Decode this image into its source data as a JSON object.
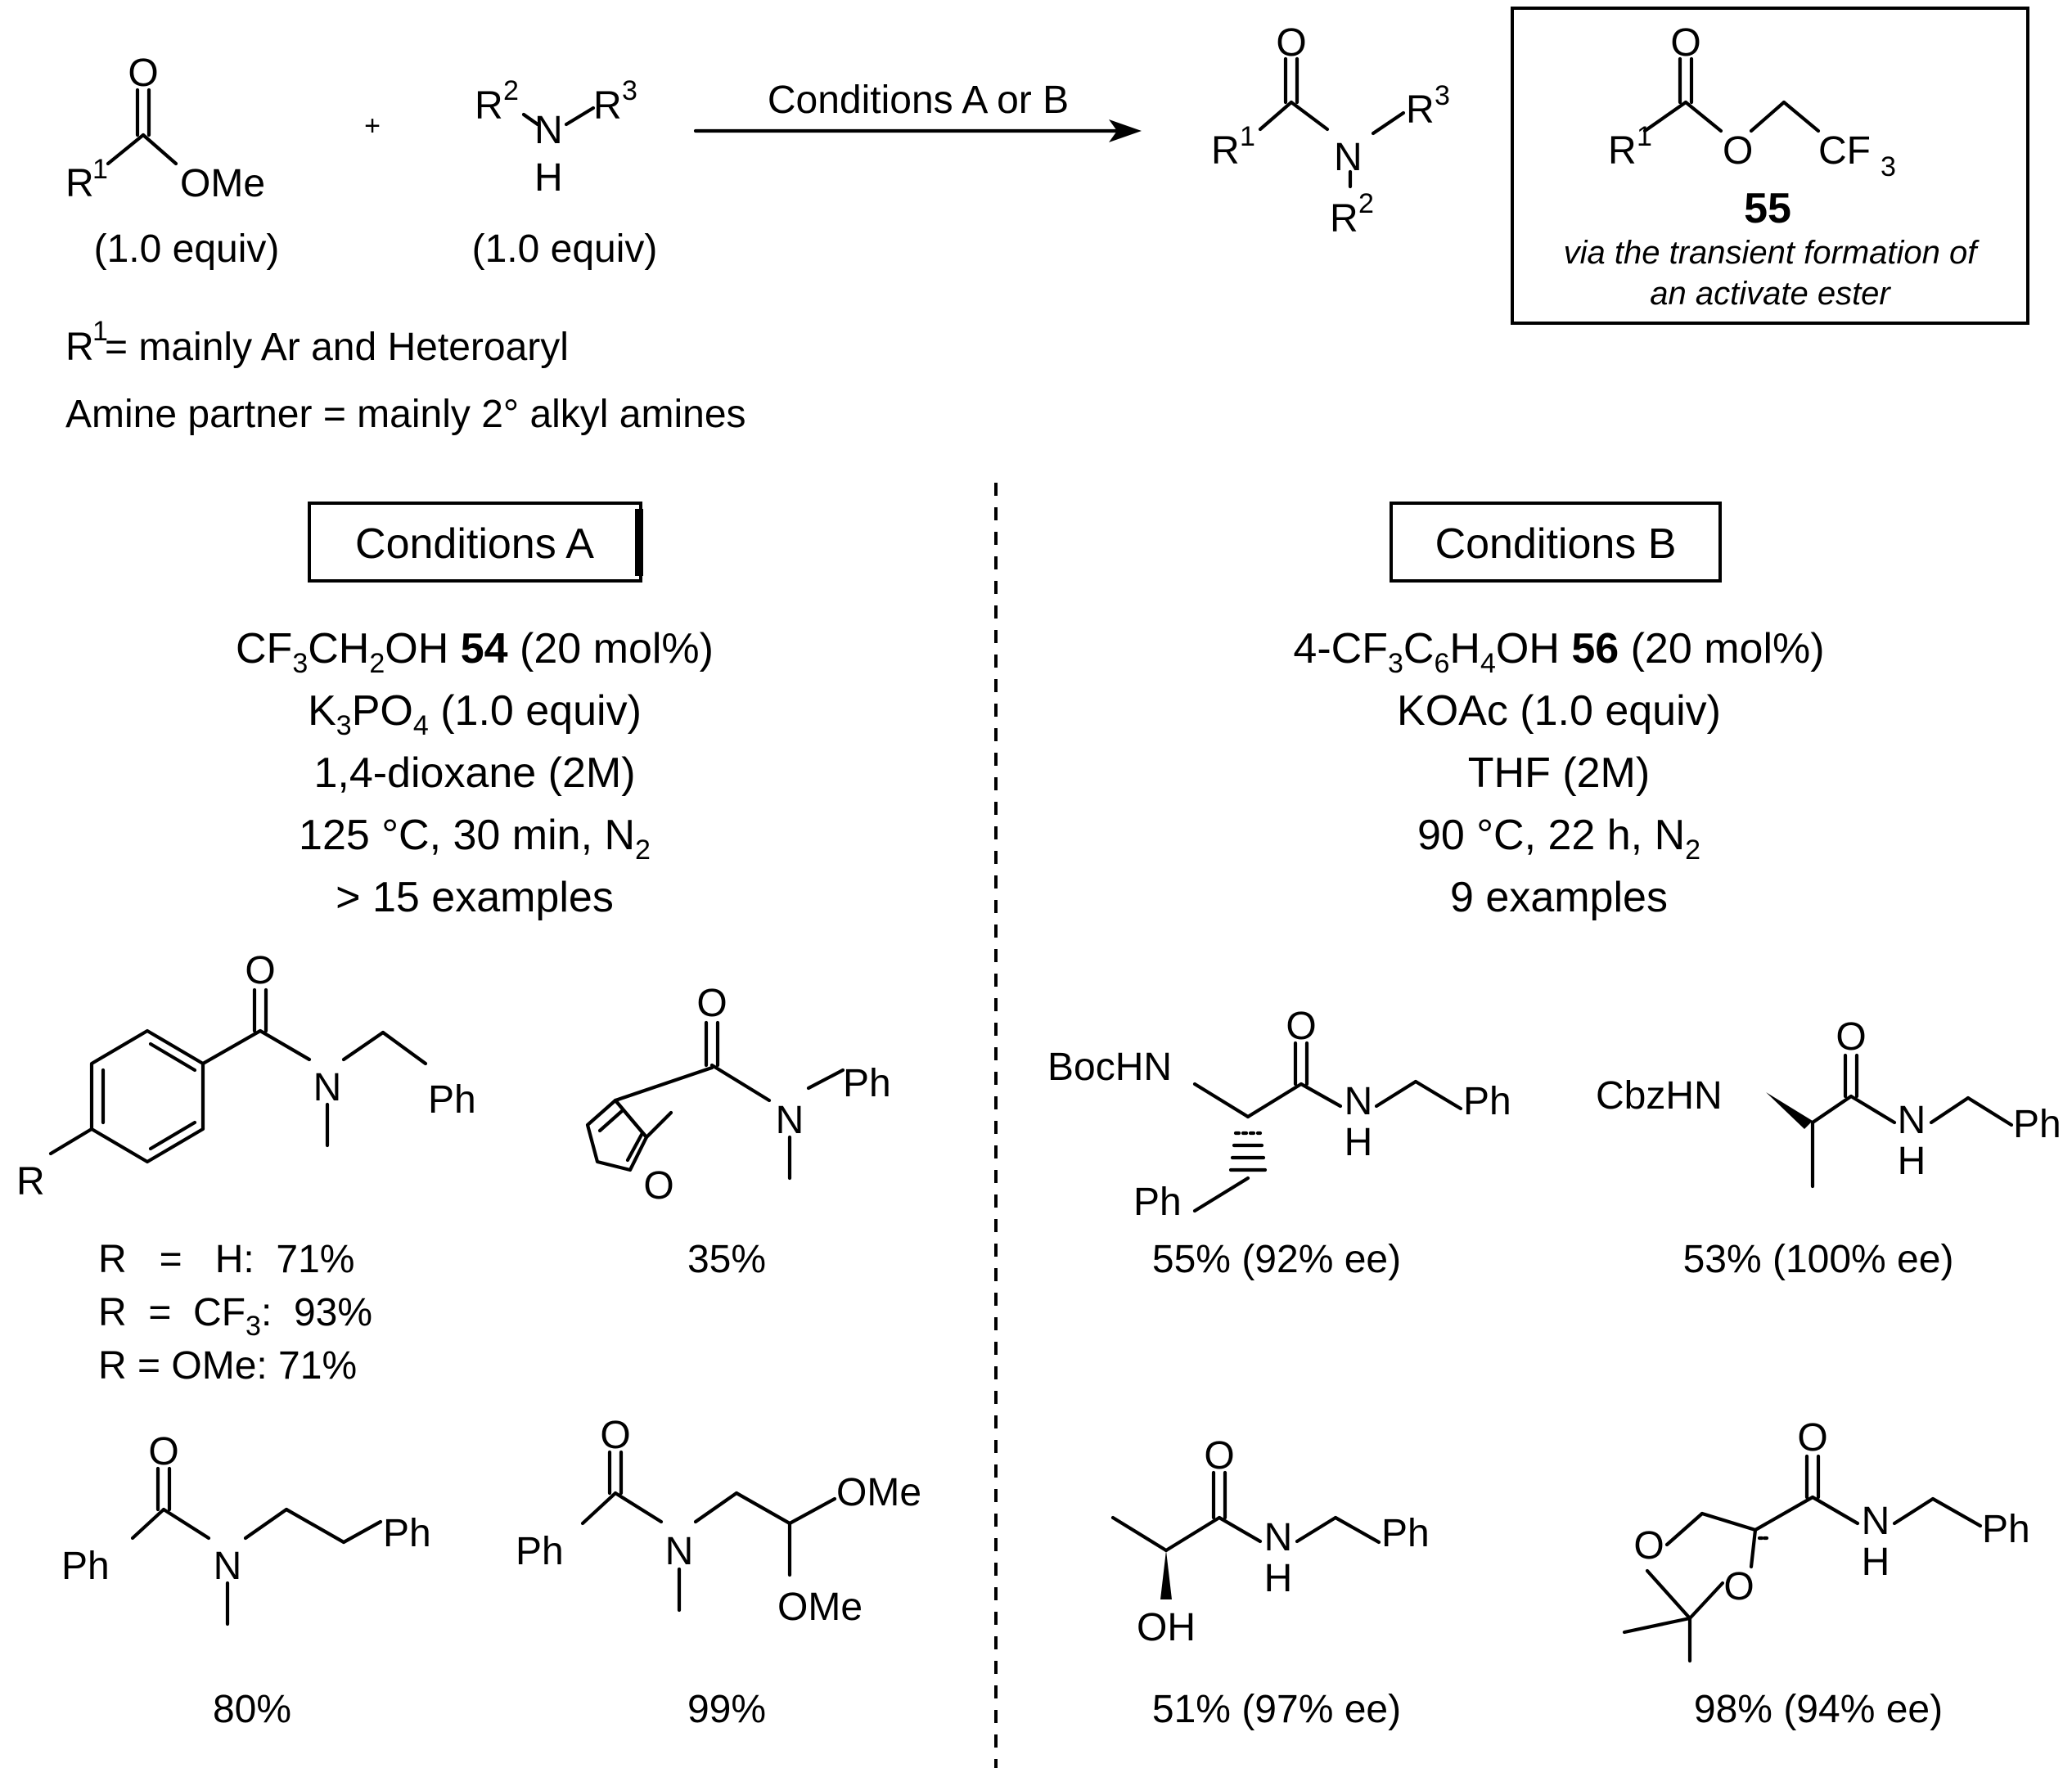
{
  "scheme": {
    "reactant1": {
      "sub": "1",
      "ome": "OMe",
      "o": "O",
      "equiv": "(1.0 equiv)"
    },
    "plus": "+",
    "reactant2": {
      "r2": "2",
      "r3": "3",
      "n": "N",
      "h": "H",
      "equiv": "(1.0 equiv)"
    },
    "arrow_label": "Conditions A or B",
    "product": {
      "o": "O",
      "n": "N",
      "r1": "1",
      "r3": "3",
      "r2": "2"
    },
    "inset": {
      "o_top": "O",
      "o_ester": "O",
      "cf3": "CF",
      "cf3_sub": "3",
      "r1": "1",
      "compound": "55",
      "note_line1": "via the transient formation of",
      "note_line2": "an activate ester"
    },
    "r1_note": " = mainly Ar and Heteroaryl",
    "amine_note": "Amine partner = mainly 2° alkyl amines"
  },
  "conditions_a": {
    "title": "Conditions A",
    "line1_pre": "CF",
    "line1_mid1": "CH",
    "line1_mid2": "OH ",
    "line1_bold": "54",
    "line1_post": " (20 mol%)",
    "line2_pre": "K",
    "line2_mid": "PO",
    "line2_post": " (1.0 equiv)",
    "line3": "1,4-dioxane (2M)",
    "line4_pre": "125 °C, 30 min, N",
    "line5": "> 15 examples"
  },
  "conditions_b": {
    "title": "Conditions B",
    "line1_pre": "4-CF",
    "line1_mid1": "C",
    "line1_mid2": "H",
    "line1_mid3": "OH ",
    "line1_bold": "56",
    "line1_post": " (20 mol%)",
    "line2": "KOAc (1.0 equiv)",
    "line3": "THF (2M)",
    "line4_pre": "90 °C, 22 h, N",
    "line5": "9 examples"
  },
  "examples_a": [
    {
      "yields": [
        "R   =   H:  71%",
        "R  =  CF",
        ":  93%",
        "R = OMe: 71%"
      ]
    },
    {
      "yield": "35%"
    },
    {
      "yield": "80%"
    },
    {
      "yield": "99%"
    }
  ],
  "examples_b": [
    {
      "yield": "55% (92% ee)"
    },
    {
      "yield": "53% (100% ee)"
    },
    {
      "yield": "51% (97% ee)"
    },
    {
      "yield": "98% (94% ee)"
    }
  ],
  "atoms": {
    "O": "O",
    "N": "N",
    "H": "H",
    "Ph": "Ph",
    "R": "R",
    "OMe": "OMe",
    "BocHN": "BocHN",
    "CbzHN": "CbzHN",
    "OH": "OH",
    "sub2": "2",
    "sub3": "3",
    "sub4": "4",
    "sub6": "6"
  }
}
